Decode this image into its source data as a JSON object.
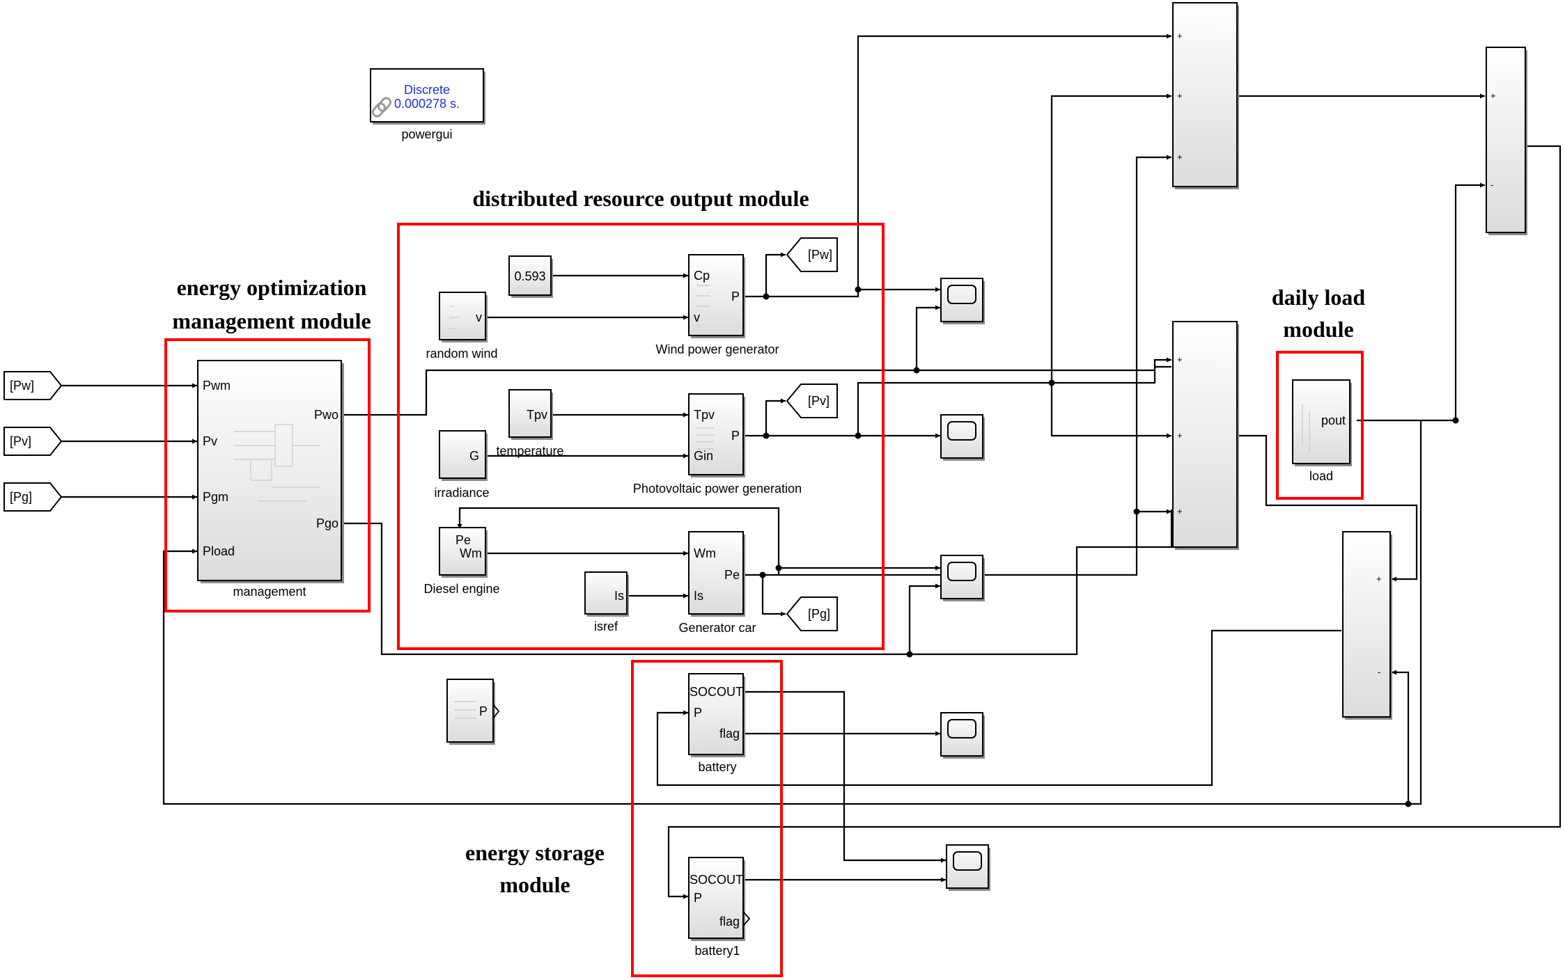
{
  "colors": {
    "module_border": "#ff0000",
    "powergui_text": "#1f2fd6",
    "wire": "#000000"
  },
  "module_titles": {
    "distributed": "distributed resource output module",
    "energy_opt_line1": "energy optimization",
    "energy_opt_line2": "management module",
    "daily_load_line1": "daily load",
    "daily_load_line2": "module",
    "storage_line1": "energy storage",
    "storage_line2": "module"
  },
  "powergui": {
    "line1": "Discrete",
    "line2": "0.000278 s.",
    "caption": "powergui",
    "icon": "link-icon"
  },
  "goto_tags": {
    "pw_in": "[Pw]",
    "pv_in": "[Pv]",
    "pg_in": "[Pg]",
    "pw_out": "[Pw]",
    "pv_out": "[Pv]",
    "pg_out": "[Pg]"
  },
  "management": {
    "caption": "management",
    "inputs": [
      "Pwm",
      "Pv",
      "Pgm",
      "Pload"
    ],
    "outputs": [
      "Pwo",
      "Pgo"
    ]
  },
  "constant": {
    "value": "0.593"
  },
  "random_wind": {
    "caption": "random wind",
    "port": "v"
  },
  "wind_gen": {
    "caption": "Wind power generator",
    "in1": "Cp",
    "in2": "v",
    "out": "P"
  },
  "temperature": {
    "caption": "temperature",
    "port": "Tpv"
  },
  "irradiance": {
    "caption": "irradiance",
    "port": "G"
  },
  "pv_gen": {
    "caption": "Photovoltaic power generation",
    "in1": "Tpv",
    "in2": "Gin",
    "out": "P"
  },
  "diesel": {
    "caption": "Diesel engine",
    "in": "Pe",
    "out": "Wm"
  },
  "isref": {
    "caption": "isref",
    "port": "Is"
  },
  "gen_car": {
    "caption": "Generator car",
    "in1": "Wm",
    "in2": "Is",
    "out": "Pe"
  },
  "battery": {
    "caption": "battery",
    "out1": "SOCOUT",
    "in": "P",
    "out2": "flag"
  },
  "battery1": {
    "caption": "battery1",
    "out1": "SOCOUT",
    "in": "P",
    "out2": "flag"
  },
  "load": {
    "caption": "load",
    "port": "pout"
  },
  "pulse_block": {
    "port": "P"
  },
  "scope_icon": "scope-icon",
  "sum_signs": {
    "sum_top": [
      "+",
      "+",
      "+"
    ],
    "sum_right": [
      "+",
      "-"
    ],
    "sum_mid": [
      "+",
      "+",
      "+"
    ],
    "sum_lower": [
      "+",
      "-"
    ]
  }
}
